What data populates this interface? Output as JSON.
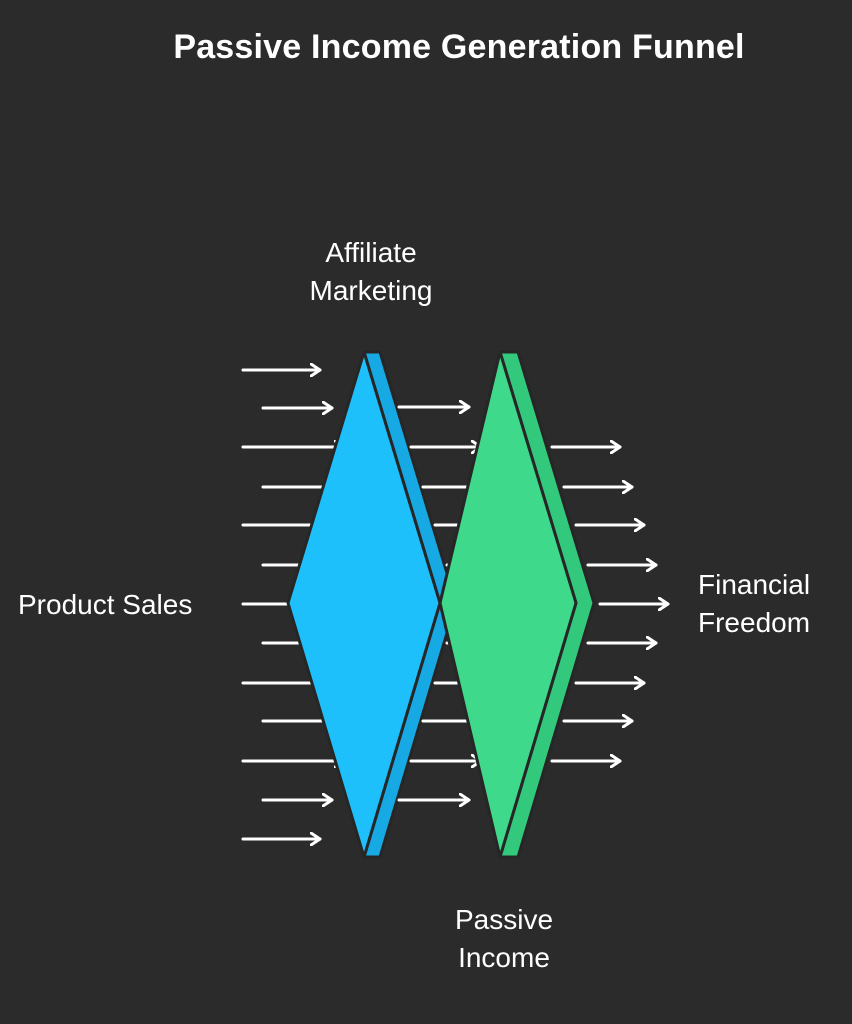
{
  "title": "Passive Income Generation Funnel",
  "labels": {
    "affiliate": [
      "Affiliate",
      "Marketing"
    ],
    "product": [
      "Product Sales"
    ],
    "financial": [
      "Financial",
      "Freedom"
    ],
    "passive": [
      "Passive",
      "Income"
    ]
  },
  "colors": {
    "background": "#2b2b2b",
    "stage1": "#1ec0fb",
    "stage1_edge": "#16a9e3",
    "stage2": "#3fd98b",
    "stage2_edge": "#33c97c",
    "arrow": "#ffffff",
    "outline": "#262626"
  },
  "icons": [
    "arrow-right-icon"
  ]
}
